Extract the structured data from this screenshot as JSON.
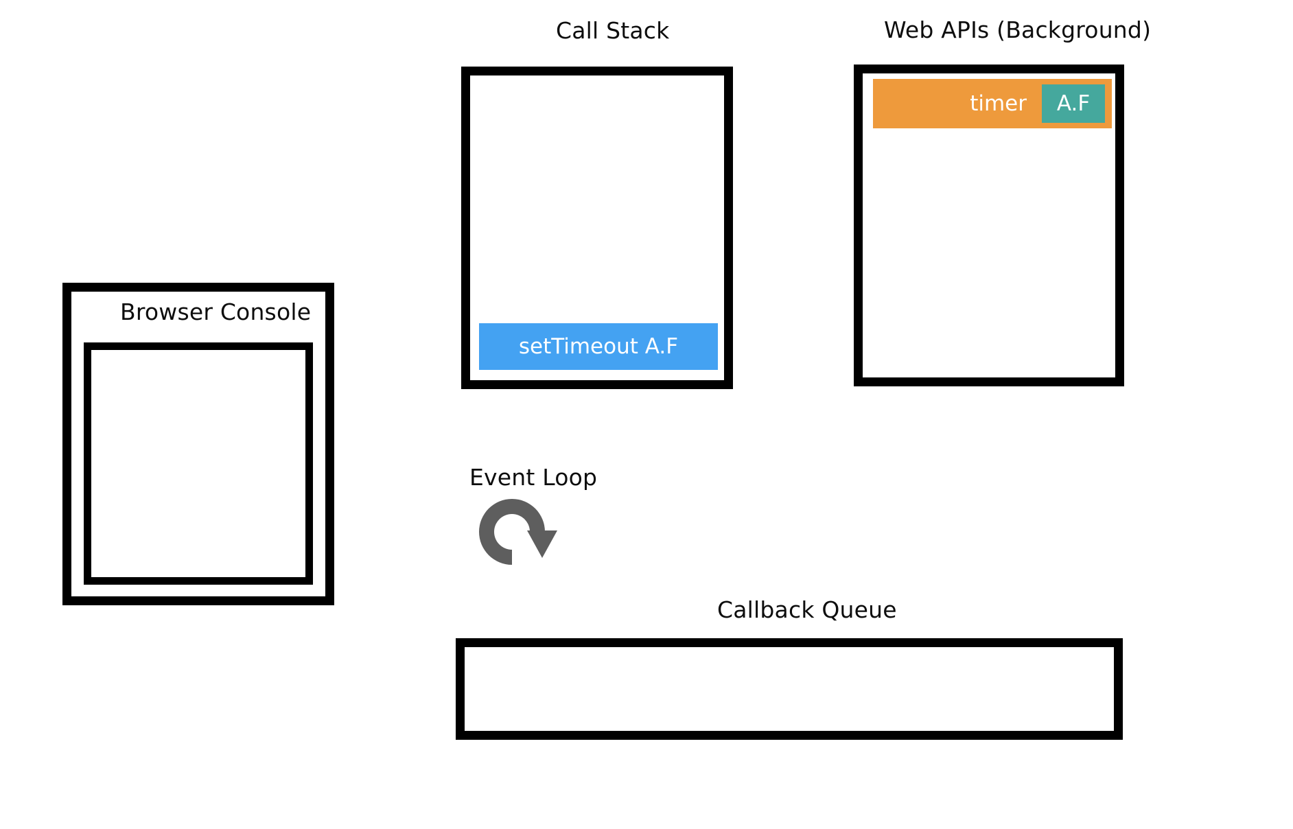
{
  "diagram": {
    "title_internal": "JavaScript Event Loop Visualization",
    "colors": {
      "outline": "#000000",
      "background": "#ffffff",
      "call_stack_frame": "#44A2F2",
      "web_api_task": "#EE9A3C",
      "callback_chip": "#45A89D",
      "event_loop_icon": "#5E5E5E",
      "text": "#0d0d0d",
      "chip_text": "#ffffff"
    }
  },
  "browser_console": {
    "title": "Browser Console",
    "entries": []
  },
  "call_stack": {
    "title": "Call Stack",
    "frames": [
      {
        "label": "setTimeout A.F",
        "color": "#44A2F2"
      }
    ]
  },
  "web_apis": {
    "title": "Web APIs (Background)",
    "tasks": [
      {
        "label": "timer",
        "callback_label": "A.F",
        "color": "#EE9A3C",
        "callback_color": "#45A89D"
      }
    ]
  },
  "event_loop": {
    "title": "Event Loop",
    "icon": "circular-arrow-icon",
    "icon_color": "#5E5E5E"
  },
  "callback_queue": {
    "title": "Callback Queue",
    "items": []
  }
}
